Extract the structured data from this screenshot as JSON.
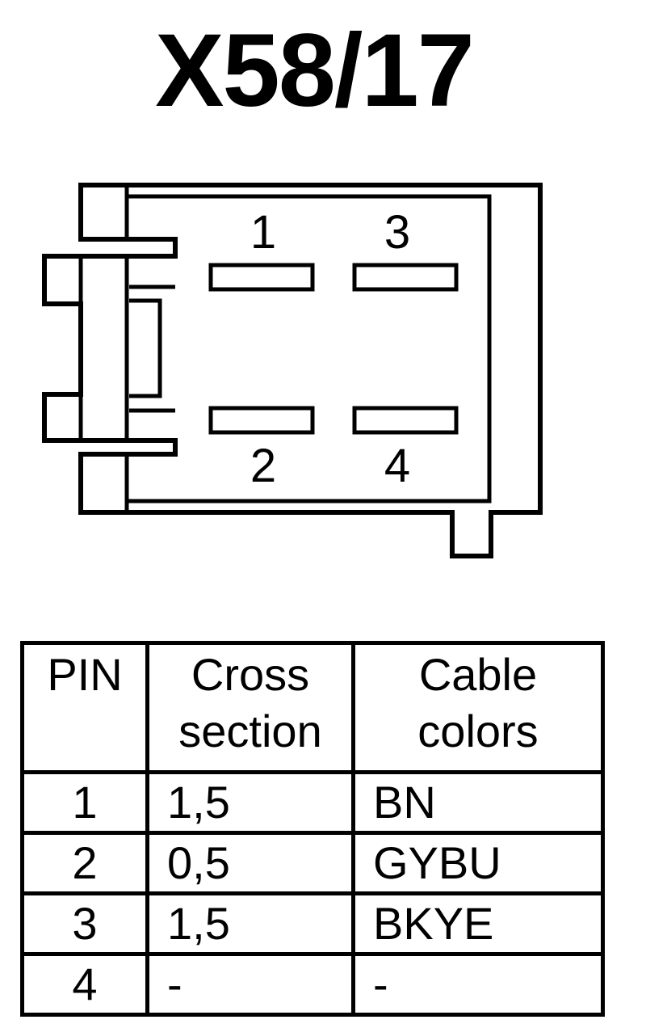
{
  "title": "X58/17",
  "connector": {
    "pin_labels": [
      "1",
      "3",
      "2",
      "4"
    ]
  },
  "table": {
    "headers": {
      "pin": "PIN",
      "cross_section": [
        "Cross",
        "section"
      ],
      "cable_colors": [
        "Cable",
        "colors"
      ]
    },
    "rows": [
      {
        "pin": "1",
        "cross_section": "1,5",
        "cable_color": "BN"
      },
      {
        "pin": "2",
        "cross_section": "0,5",
        "cable_color": "GYBU"
      },
      {
        "pin": "3",
        "cross_section": "1,5",
        "cable_color": "BKYE"
      },
      {
        "pin": "4",
        "cross_section": "-",
        "cable_color": "-"
      }
    ]
  }
}
